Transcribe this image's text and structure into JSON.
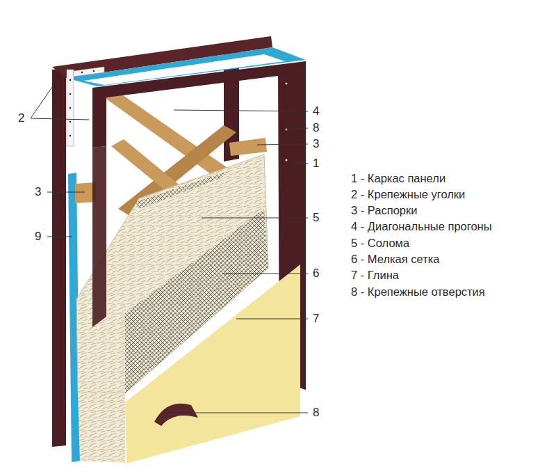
{
  "diagram": {
    "labels": [
      "4",
      "2",
      "8",
      "3",
      "1",
      "3",
      "5",
      "9",
      "6",
      "7",
      "8",
      "1 - Каркас панели",
      "2 - Крепежные уголки",
      "3 - Распорки",
      "4 - Диагональные прогоны",
      "5 - Солома",
      "6 - Мелкая сетка",
      "7 - Глина",
      "8 - Крепежные отверстия"
    ]
  }
}
